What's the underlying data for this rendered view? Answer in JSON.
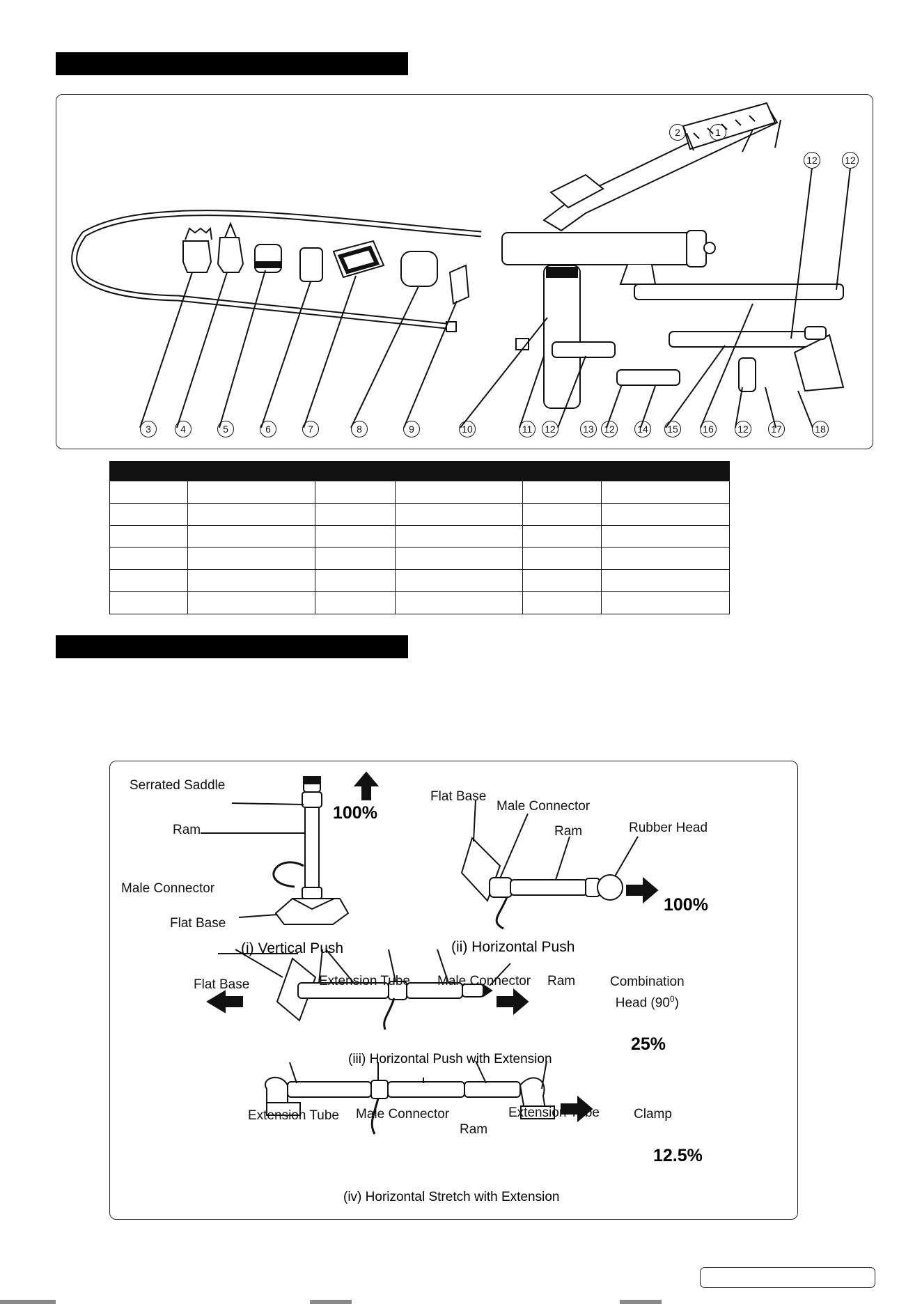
{
  "section1": {
    "callouts": [
      "1",
      "2",
      "3",
      "4",
      "5",
      "6",
      "7",
      "8",
      "9",
      "10",
      "11",
      "12",
      "12",
      "12",
      "12",
      "12",
      "13",
      "14",
      "15",
      "16",
      "17",
      "18"
    ],
    "callout_1": "1",
    "callout_2": "2",
    "callout_3": "3",
    "callout_4": "4",
    "callout_5": "5",
    "callout_6": "6",
    "callout_7": "7",
    "callout_8": "8",
    "callout_9": "9",
    "callout_10": "10",
    "callout_11": "11",
    "callout_12": "12",
    "callout_13": "13",
    "callout_14": "14",
    "callout_15": "15",
    "callout_16": "16",
    "callout_17": "17",
    "callout_18": "18"
  },
  "parts_table": {
    "columns": 6,
    "body_rows": 6,
    "cells": [
      "",
      "",
      "",
      "",
      "",
      ""
    ]
  },
  "diagram": {
    "vertical": {
      "serrated_saddle": "Serrated Saddle",
      "ram": "Ram",
      "male_connector": "Male Connector",
      "flat_base": "Flat Base",
      "percent": "100%",
      "caption": "(i) Vertical Push"
    },
    "horizontal": {
      "flat_base": "Flat Base",
      "male_connector": "Male Connector",
      "ram": "Ram",
      "rubber_head": "Rubber Head",
      "percent": "100%",
      "caption": "(ii) Horizontal Push"
    },
    "extension": {
      "flat_base": "Flat Base",
      "extension_tube": "Extension Tube",
      "male_connector": "Male Connector",
      "ram": "Ram",
      "combination_head_1": "Combination",
      "combination_head_2": "Head (90",
      "combination_head_sup": "0",
      "combination_head_3": ")",
      "percent": "25%",
      "caption": "(iii) Horizontal Push with Extension"
    },
    "stretch": {
      "extension_tube_left": "Extension Tube",
      "male_connector": "Male Connector",
      "ram": "Ram",
      "extension_tube_right": "Extension Tube",
      "clamp": "Clamp",
      "percent": "12.5%",
      "caption": "(iv) Horizontal Stretch with Extension"
    }
  }
}
